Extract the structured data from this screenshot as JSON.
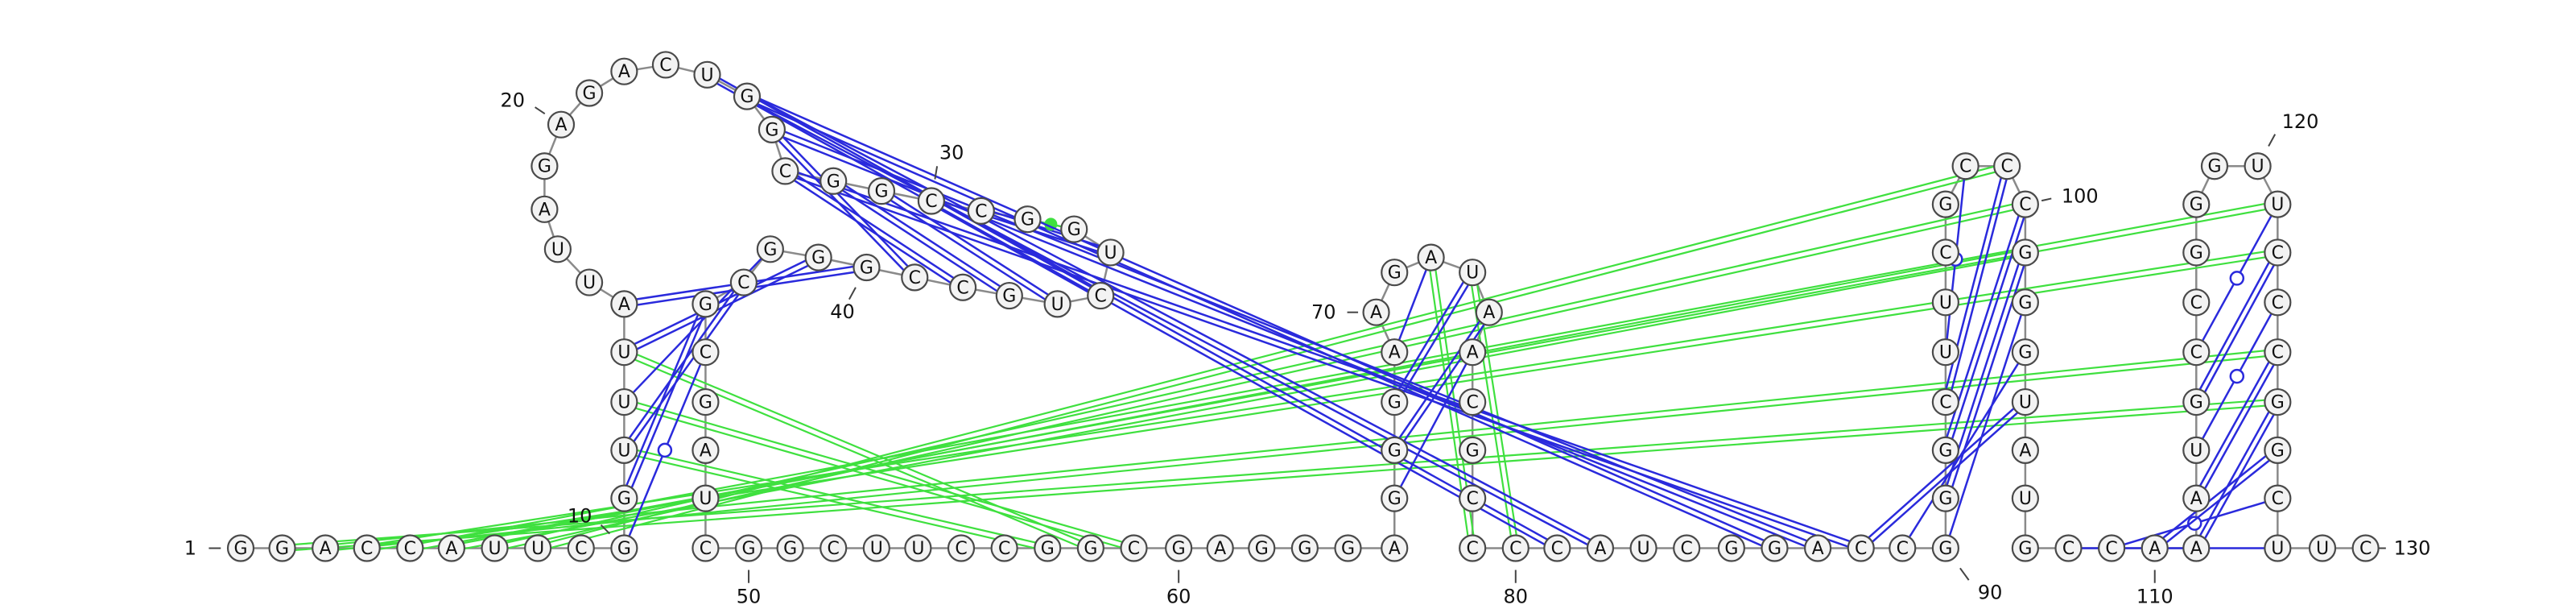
{
  "colors": {
    "background": "#ffffff",
    "nucleotide_fill": "#f3f3f3",
    "nucleotide_stroke": "#4a4a4a",
    "backbone": "#8a8a8a",
    "canonical_pair": "#2a2adc",
    "noncanonical_interaction": "#3fe03f"
  },
  "sequence": "GGACCAUUCGGUUUAUUAGAGACUGGCGGCCGGUCUGCCGGGCGCGAUCGGCUUCCGGCGAGGGAGGGAAGAUAACGCCCCAUCGGACCGGGCUUCGCCCGGGUAUGCCAAAUGCCGGGUUCCCGGCUUC",
  "pair_glyph": "o",
  "position_labels": [
    {
      "text": "1",
      "pos": 1
    },
    {
      "text": "10",
      "pos": 10
    },
    {
      "text": "20",
      "pos": 20
    },
    {
      "text": "30",
      "pos": 30
    },
    {
      "text": "40",
      "pos": 40
    },
    {
      "text": "50",
      "pos": 50
    },
    {
      "text": "60",
      "pos": 60
    },
    {
      "text": "70",
      "pos": 70
    },
    {
      "text": "80",
      "pos": 80
    },
    {
      "text": "90",
      "pos": 90
    },
    {
      "text": "100",
      "pos": 100
    },
    {
      "text": "110",
      "pos": 110
    },
    {
      "text": "120",
      "pos": 120
    },
    {
      "text": "130",
      "pos": 130
    }
  ],
  "base_pairs": [
    {
      "i": 10,
      "j": 45,
      "type": "noncanonical-circle"
    },
    {
      "i": 11,
      "j": 44,
      "type": "double"
    },
    {
      "i": 12,
      "j": 43,
      "type": "double"
    },
    {
      "i": 13,
      "j": 42,
      "type": "single"
    },
    {
      "i": 14,
      "j": 41,
      "type": "double"
    },
    {
      "i": 15,
      "j": 40,
      "type": "double"
    },
    {
      "i": 26,
      "j": 39,
      "type": "double"
    },
    {
      "i": 27,
      "j": 38,
      "type": "double"
    },
    {
      "i": 28,
      "j": 37,
      "type": "double"
    },
    {
      "i": 29,
      "j": 36,
      "type": "double"
    },
    {
      "i": 30,
      "j": 35,
      "type": "double"
    },
    {
      "i": 31,
      "j": 34,
      "type": "double"
    },
    {
      "i": 32,
      "j": 33,
      "type": "green-dot"
    },
    {
      "i": 25,
      "j": 82,
      "type": "double"
    },
    {
      "i": 24,
      "j": 81,
      "type": "double"
    },
    {
      "i": 66,
      "j": 75,
      "type": "single"
    },
    {
      "i": 67,
      "j": 74,
      "type": "double"
    },
    {
      "i": 68,
      "j": 73,
      "type": "double"
    },
    {
      "i": 69,
      "j": 72,
      "type": "single"
    },
    {
      "i": 88,
      "j": 104,
      "type": "double"
    },
    {
      "i": 89,
      "j": 103,
      "type": "single"
    },
    {
      "i": 90,
      "j": 102,
      "type": "single"
    },
    {
      "i": 91,
      "j": 101,
      "type": "double"
    },
    {
      "i": 92,
      "j": 100,
      "type": "double"
    },
    {
      "i": 93,
      "j": 99,
      "type": "double"
    },
    {
      "i": 94,
      "j": 98,
      "type": "noncanonical-circle"
    },
    {
      "i": 108,
      "j": 128,
      "type": "single"
    },
    {
      "i": 109,
      "j": 127,
      "type": "noncanonical-circle"
    },
    {
      "i": 110,
      "j": 126,
      "type": "double"
    },
    {
      "i": 111,
      "j": 125,
      "type": "double"
    },
    {
      "i": 112,
      "j": 124,
      "type": "double"
    },
    {
      "i": 113,
      "j": 123,
      "type": "noncanonical-circle"
    },
    {
      "i": 114,
      "j": 122,
      "type": "double"
    },
    {
      "i": 115,
      "j": 121,
      "type": "noncanonical-circle"
    }
  ],
  "tertiary_interactions": [
    {
      "i": 2,
      "j": 125
    },
    {
      "i": 3,
      "j": 124
    },
    {
      "i": 4,
      "j": 122
    },
    {
      "i": 5,
      "j": 121
    },
    {
      "i": 6,
      "j": 101
    },
    {
      "i": 7,
      "j": 100
    },
    {
      "i": 8,
      "j": 99
    },
    {
      "i": 13,
      "j": 59
    },
    {
      "i": 14,
      "j": 58
    },
    {
      "i": 12,
      "j": 57
    },
    {
      "i": 72,
      "j": 79
    },
    {
      "i": 73,
      "j": 80
    }
  ]
}
